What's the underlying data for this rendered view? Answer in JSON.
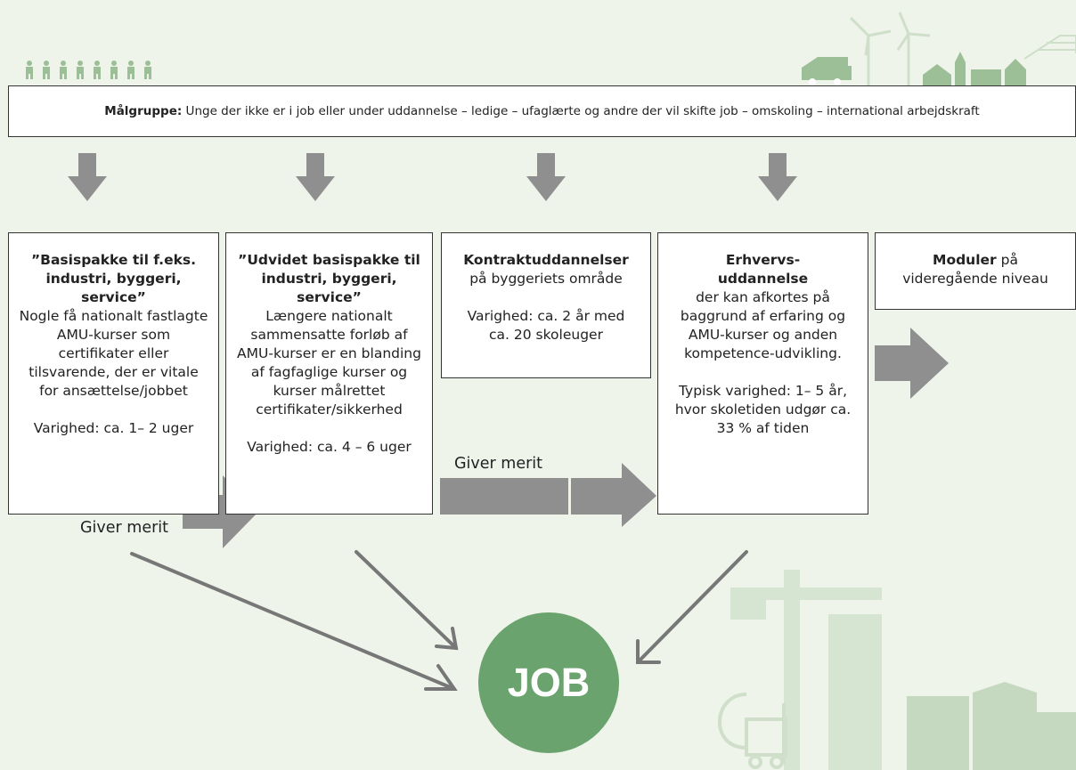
{
  "target_group": {
    "label": "Målgruppe:",
    "text": " Unge der ikke er i job eller under uddannelse – ledige – ufaglærte og andre der vil skifte job – omskoling – international arbejdskraft"
  },
  "boxes": [
    {
      "title": "”Basispakke til  f.eks. industri, byggeri, service”",
      "body": "Nogle få nationalt fastlagte AMU-kurser som certifikater eller tilsvarende, der er vitale for ansættelse/jobbet",
      "duration": "Varighed: ca. 1– 2 uger"
    },
    {
      "title": "”Udvidet basispakke til industri, byggeri, service”",
      "body": "Længere nationalt sammensatte forløb af AMU-kurser er en blanding af fagfaglige kurser og kurser målrettet certifikater/sikkerhed",
      "duration": "Varighed: ca. 4 – 6 uger"
    },
    {
      "title": "Kontraktuddannelser",
      "body": "på byggeriets område",
      "duration": "Varighed: ca. 2 år med ca. 20 skoleuger"
    },
    {
      "title": "Erhvervs-uddannelse",
      "body": "der kan afkortes på baggrund af erfaring og AMU-kurser og anden kompetence-udvikling.",
      "duration": "Typisk varighed: 1– 5 år, hvor skoletiden udgør ca. 33 % af tiden"
    },
    {
      "title": "Moduler",
      "body": "på videregående niveau"
    }
  ],
  "merit_labels": [
    "Giver merit",
    "Giver merit"
  ],
  "job_label": "JOB",
  "colors": {
    "arrow": "#8f8f8f",
    "job": "#6aa36d",
    "background": "#eef4ea",
    "illustration": "#c5d8c0"
  }
}
